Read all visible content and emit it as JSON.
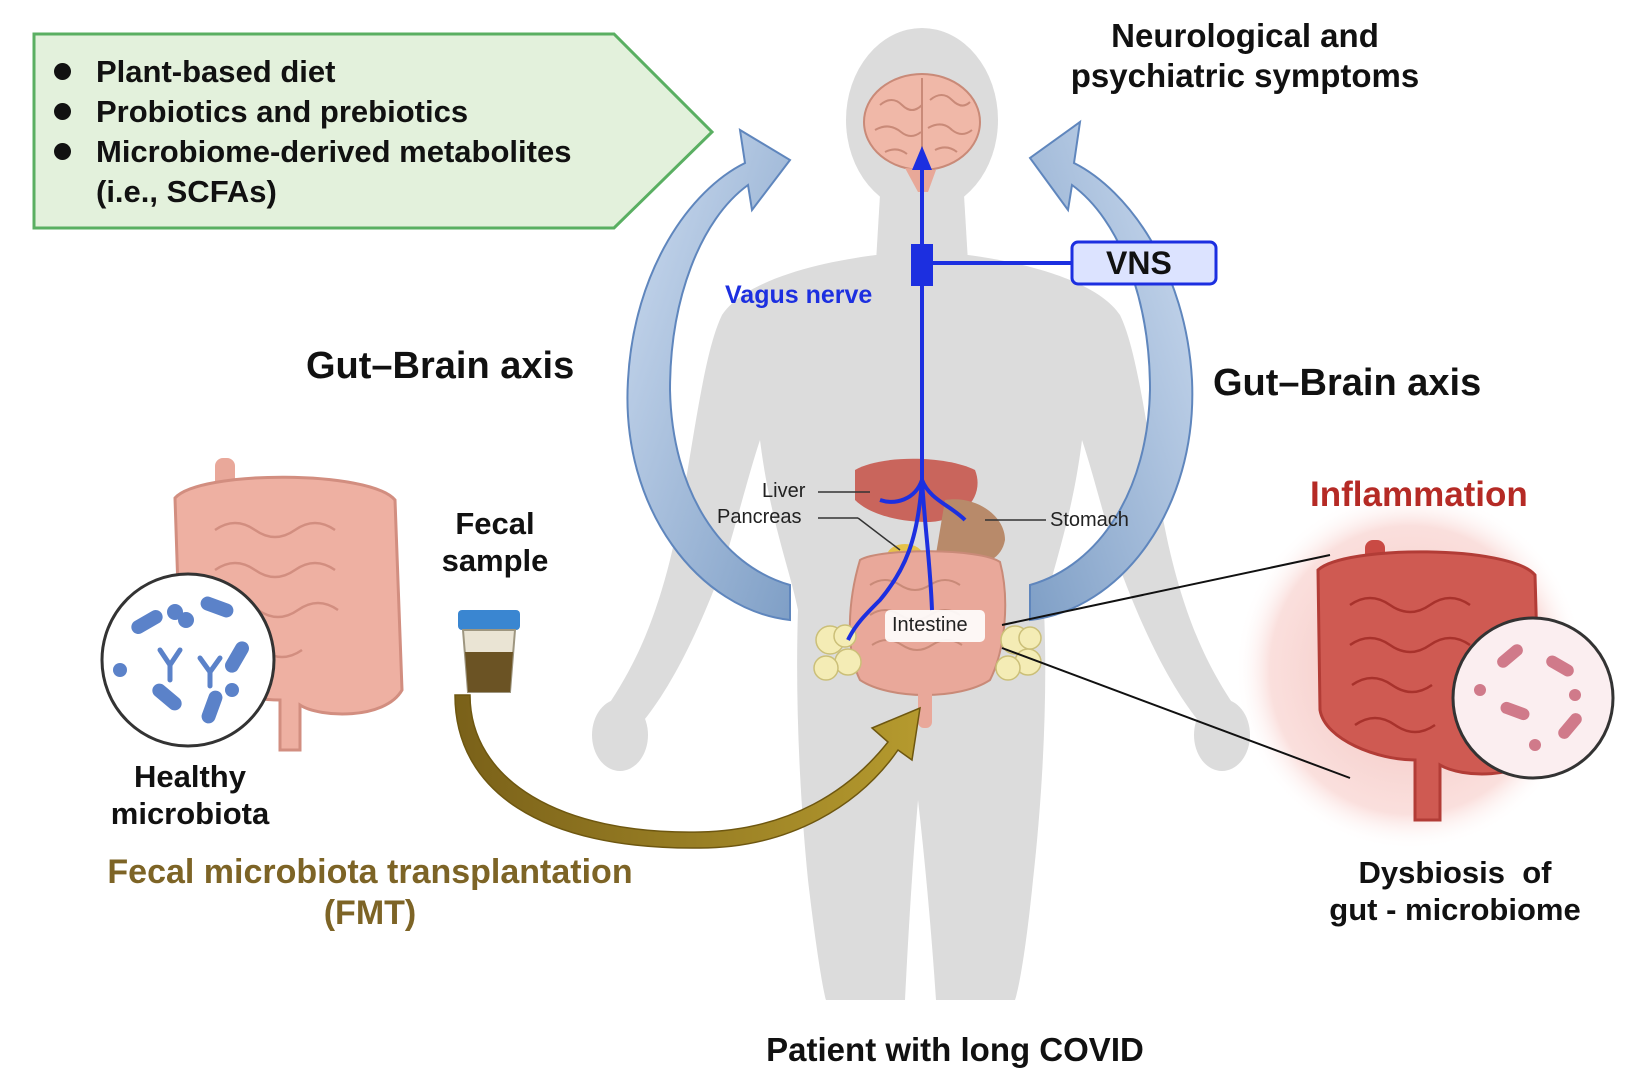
{
  "recommendations": {
    "items": [
      {
        "text": "Plant-based diet",
        "bullet": true
      },
      {
        "text": "Probiotics and prebiotics",
        "bullet": true
      },
      {
        "text": "Microbiome-derived metabolites",
        "bullet": true
      },
      {
        "text": "(i.e., SCFAs)",
        "bullet": false
      }
    ]
  },
  "symptoms": {
    "line1": "Neurological and",
    "line2": "psychiatric symptoms"
  },
  "vns_label": "VNS",
  "vagus_label": "Vagus nerve",
  "axis_left": "Gut–Brain axis",
  "axis_right": "Gut–Brain axis",
  "organs": {
    "liver": "Liver",
    "pancreas": "Pancreas",
    "stomach": "Stomach",
    "intestine": "Intestine"
  },
  "fecal_sample": {
    "line1": "Fecal",
    "line2": "sample"
  },
  "healthy": {
    "line1": "Healthy",
    "line2": "microbiota"
  },
  "fmt": {
    "line1": "Fecal microbiota transplantation",
    "line2": "(FMT)"
  },
  "inflammation": "Inflammation",
  "dysbiosis": {
    "line1": "Dysbiosis  of",
    "line2": "gut - microbiome"
  },
  "patient": "Patient with long COVID",
  "colors": {
    "box_fill": "#e3f1dc",
    "box_stroke": "#5aaf62",
    "nerve": "#1c2fe0",
    "fmt_text": "#7d6426",
    "inflammation": "#b52a25",
    "body": "#dcdcdc",
    "axis_arrow": "#aac5e2",
    "fmt_arrow": "#9a7f22"
  }
}
